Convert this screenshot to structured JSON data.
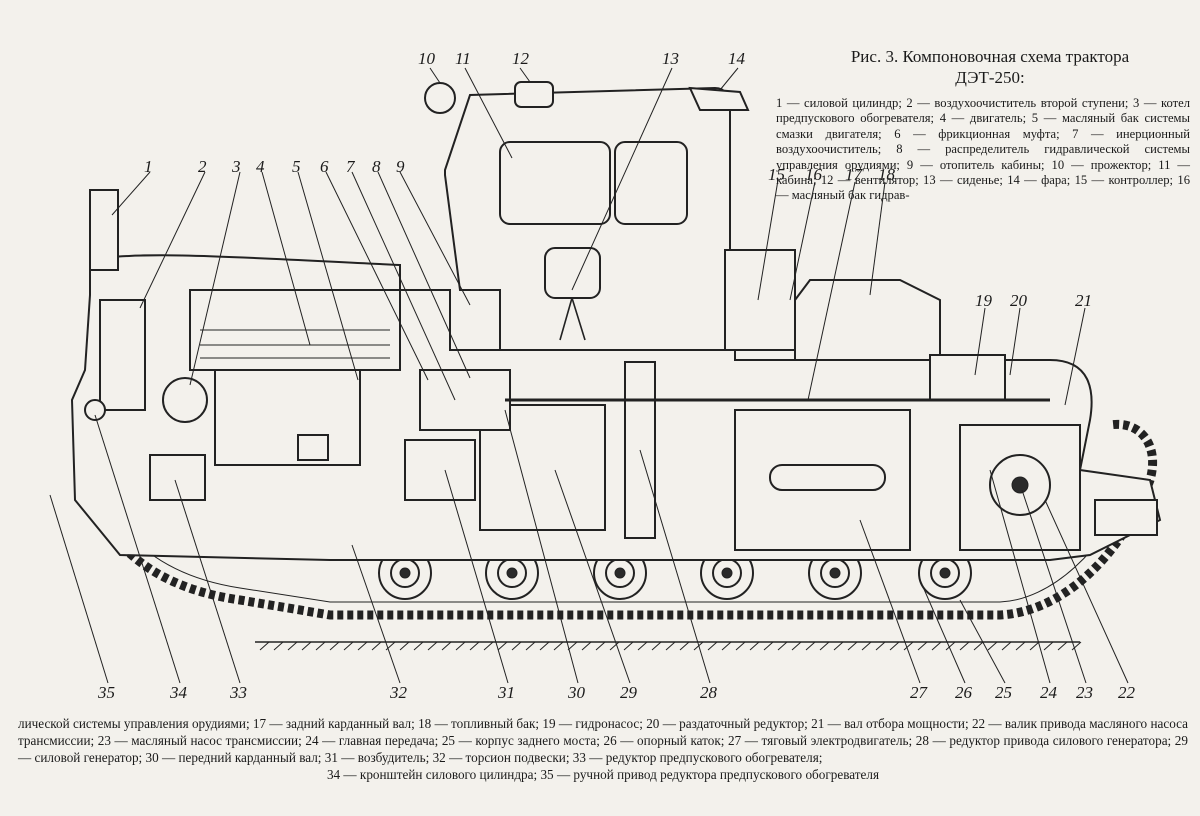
{
  "title_line1": "Рис. 3. Компоновочная схема трактора",
  "title_line2": "ДЭТ-250:",
  "legend_top": "1 — силовой цилиндр; 2 — воздухоочиститель второй ступени; 3 — котел предпускового обогревателя; 4 — двигатель; 5 — масляный бак системы смазки двигателя; 6 — фрикционная муфта; 7 — инерционный воздухоочиститель; 8 — распределитель гидравлической системы управления орудиями; 9 — отопитель кабины; 10 — прожектор; 11 — кабина; 12 — вентилятор; 13 — сиденье; 14 — фара; 15 — контроллер; 16 — масляный бак гидрав-",
  "legend_bottom": "лической системы управления орудиями; 17 — задний карданный вал; 18 — топливный бак; 19 — гидронасос; 20 — раздаточный редуктор; 21 — вал отбора мощности; 22 — валик привода масляного насоса трансмиссии; 23 — масляный насос трансмиссии; 24 — главная передача; 25 — корпус заднего моста; 26 — опорный каток; 27 — тяговый электродвигатель; 28 — редуктор привода силового генератора; 29 — силовой генератор; 30 — передний карданный вал; 31 — возбудитель; 32 — торсион подвески; 33 — редуктор предпускового обогревателя;",
  "legend_last": "34 — кронштейн силового цилиндра; 35 — ручной привод редуктора предпускового обогревателя",
  "labels": {
    "n1": "1",
    "n2": "2",
    "n3": "3",
    "n4": "4",
    "n5": "5",
    "n6": "6",
    "n7": "7",
    "n8": "8",
    "n9": "9",
    "n10": "10",
    "n11": "11",
    "n12": "12",
    "n13": "13",
    "n14": "14",
    "n15": "15",
    "n16": "16",
    "n17": "17",
    "n18": "18",
    "n19": "19",
    "n20": "20",
    "n21": "21",
    "n22": "22",
    "n23": "23",
    "n24": "24",
    "n25": "25",
    "n26": "26",
    "n27": "27",
    "n28": "28",
    "n29": "29",
    "n30": "30",
    "n31": "31",
    "n32": "32",
    "n33": "33",
    "n34": "34",
    "n35": "35"
  }
}
